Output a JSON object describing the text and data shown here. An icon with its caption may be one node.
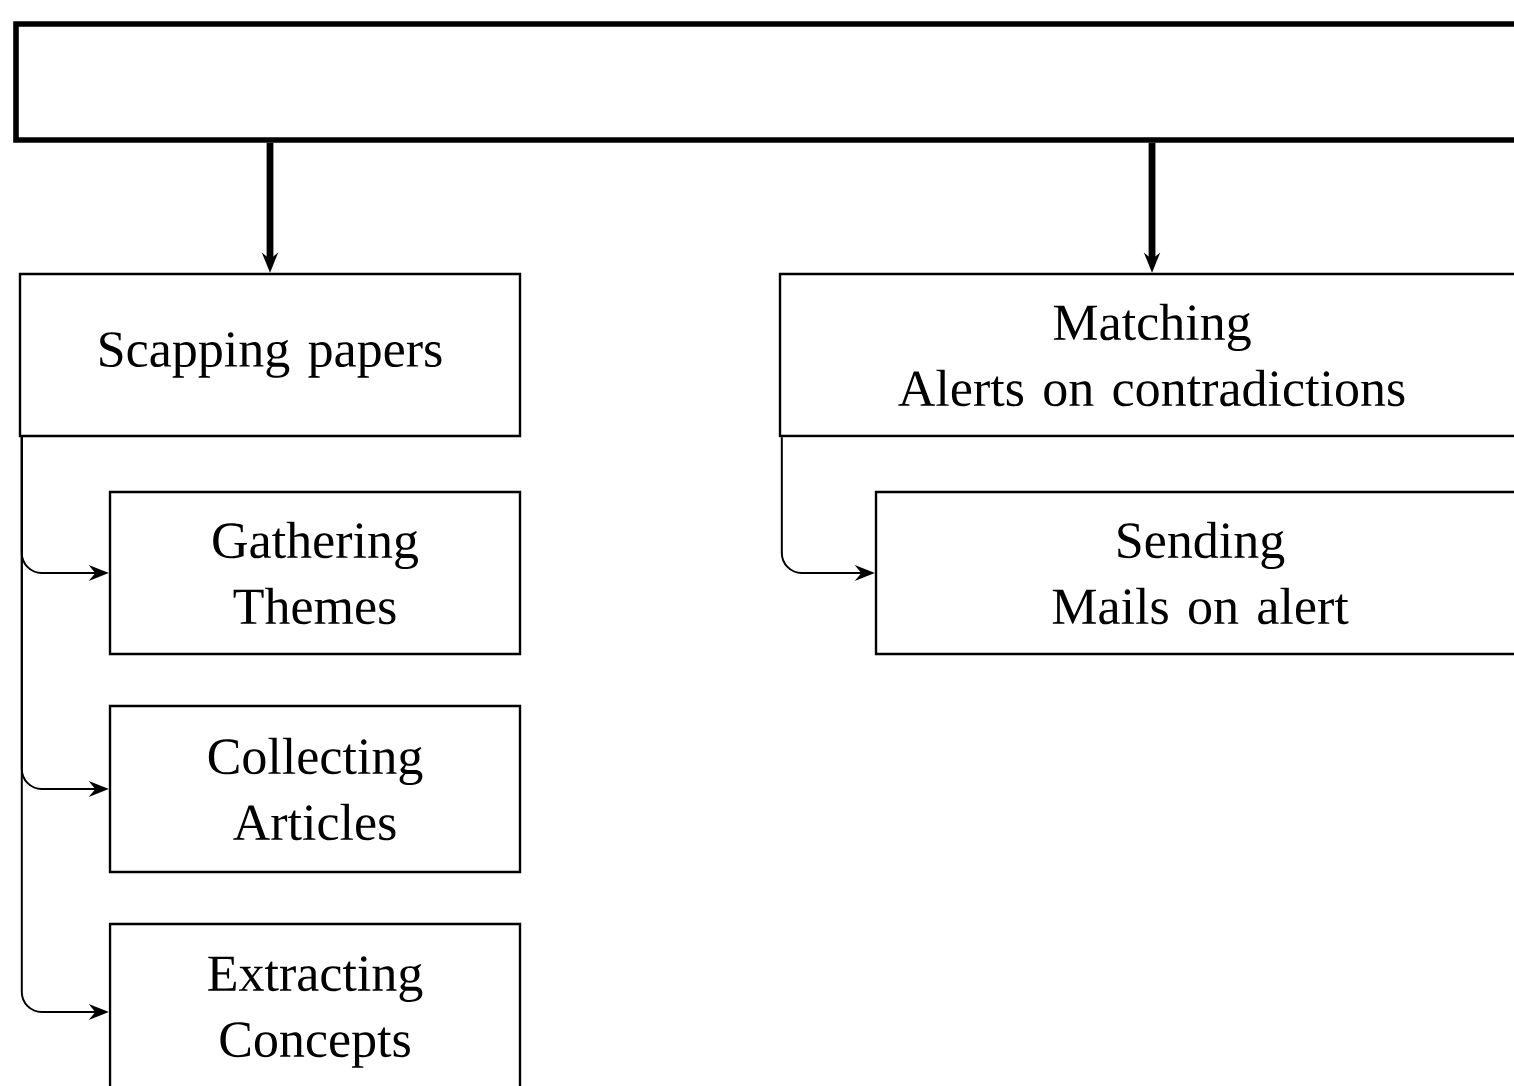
{
  "diagram": {
    "nodes": [
      {
        "text": [],
        "shape": "box"
      },
      {
        "text": [
          "Scapping papers"
        ]
      },
      {
        "text": [
          "Matching",
          "Alerts on contradictions"
        ]
      },
      {
        "text": [
          "Gathering Themes"
        ]
      },
      {
        "text": [
          "Collecting Articles"
        ]
      },
      {
        "text": [
          "Extracting Concepts"
        ]
      },
      {
        "text": [
          "Sending",
          "Mails on alert"
        ]
      }
    ],
    "edges": [
      {
        "from": 0,
        "to": 1,
        "arrow": "to",
        "style": "thick"
      },
      {
        "from": 0,
        "to": 2,
        "arrow": "to",
        "style": "thick"
      },
      {
        "from": 1,
        "to": 3,
        "arrow": "to"
      },
      {
        "from": 1,
        "to": 4,
        "arrow": "to"
      },
      {
        "from": 1,
        "to": 5,
        "arrow": "to"
      },
      {
        "from": 2,
        "to": 6,
        "arrow": "to"
      }
    ]
  }
}
